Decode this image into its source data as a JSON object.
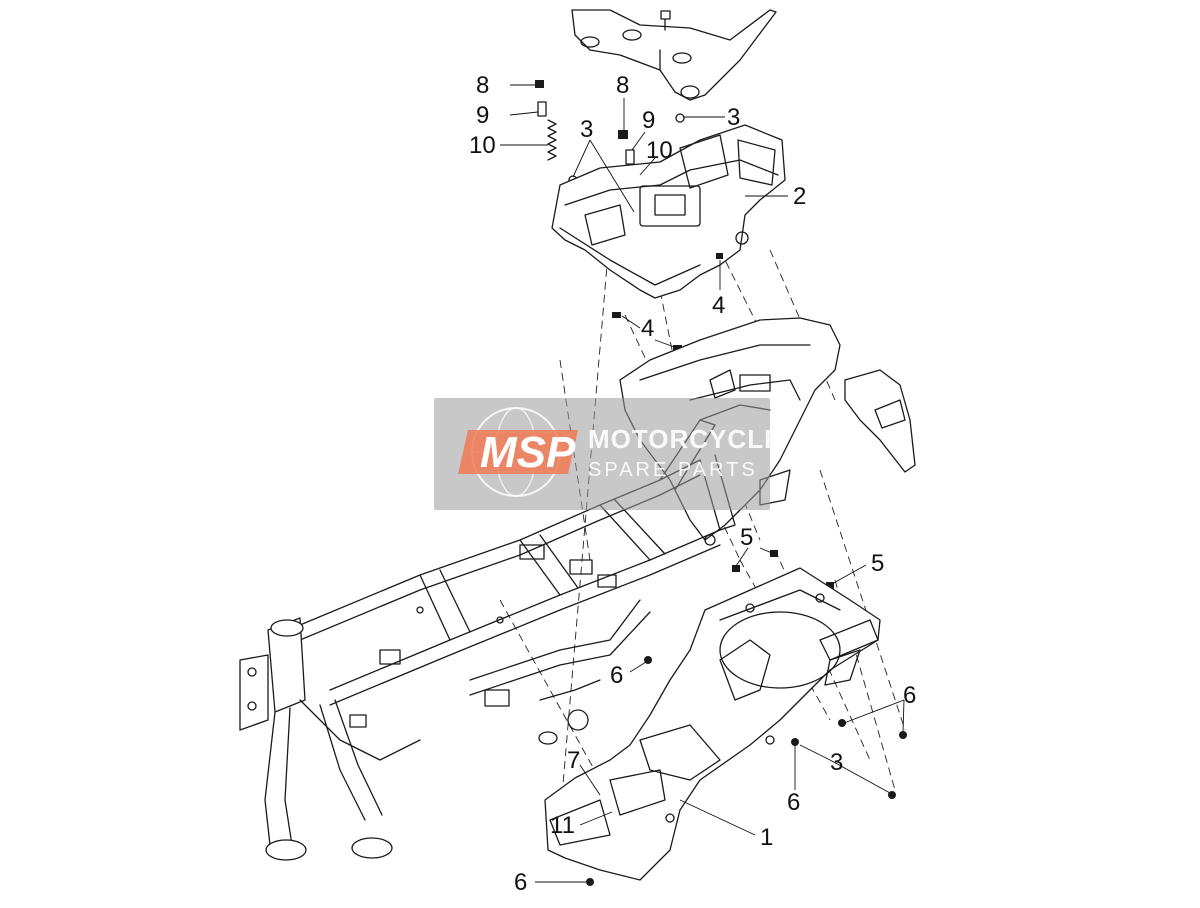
{
  "callouts": [
    {
      "id": "c8a",
      "label": "8"
    },
    {
      "id": "c9a",
      "label": "9"
    },
    {
      "id": "c10a",
      "label": "10"
    },
    {
      "id": "c8b",
      "label": "8"
    },
    {
      "id": "c9b",
      "label": "9"
    },
    {
      "id": "c10b",
      "label": "10"
    },
    {
      "id": "c3a",
      "label": "3"
    },
    {
      "id": "c3b",
      "label": "3"
    },
    {
      "id": "c2",
      "label": "2"
    },
    {
      "id": "c4a",
      "label": "4"
    },
    {
      "id": "c4b",
      "label": "4"
    },
    {
      "id": "c5a",
      "label": "5"
    },
    {
      "id": "c5b",
      "label": "5"
    },
    {
      "id": "c6a",
      "label": "6"
    },
    {
      "id": "c6b",
      "label": "6"
    },
    {
      "id": "c3c",
      "label": "3"
    },
    {
      "id": "c6c",
      "label": "6"
    },
    {
      "id": "c7",
      "label": "7"
    },
    {
      "id": "c11",
      "label": "11"
    },
    {
      "id": "c1",
      "label": "1"
    },
    {
      "id": "c6d",
      "label": "6"
    }
  ],
  "watermark": {
    "logo_text": "MSP",
    "line1": "MOTORCYCLE",
    "line2": "SPARE PARTS",
    "accent_color": "#f07a55"
  }
}
